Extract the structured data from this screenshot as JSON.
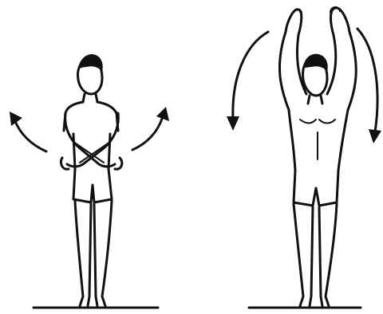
{
  "figures": [
    {
      "pose": "arms-crossed-at-waist",
      "arrows": "outward-up-sideways"
    },
    {
      "pose": "arms-raised-overhead",
      "arrows": "outward-down-sideways"
    }
  ],
  "colors": {
    "ink": "#111111",
    "background": "#ffffff"
  }
}
